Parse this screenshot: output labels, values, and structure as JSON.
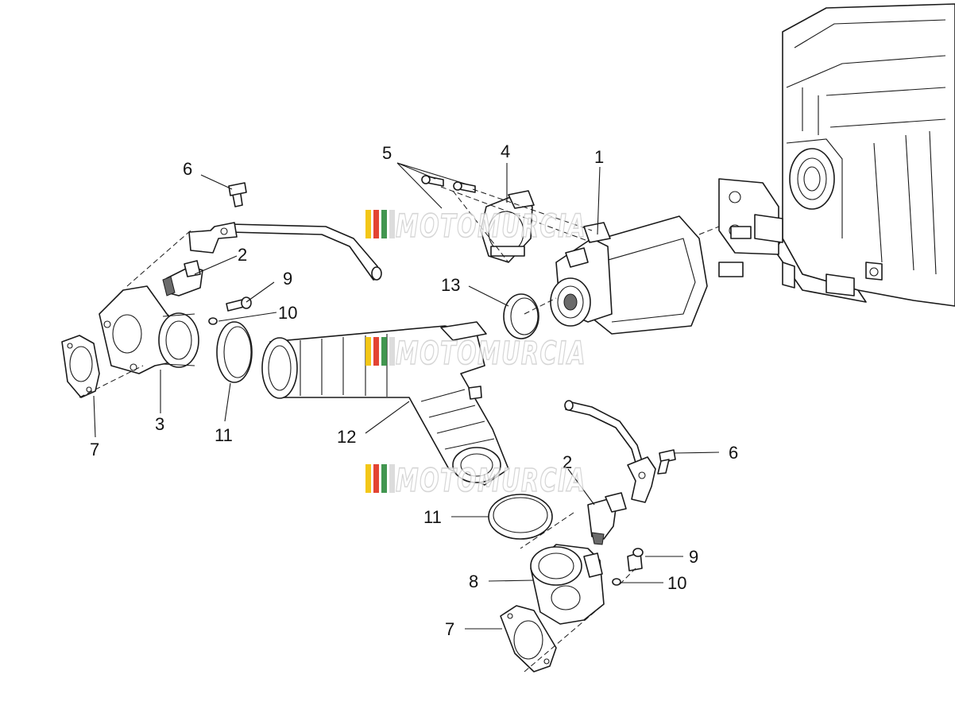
{
  "watermark": {
    "text": "MOTOMURCIA",
    "stripe_colors": [
      "#f2c200",
      "#e0301e",
      "#2e8b3e",
      "#d9d9d9"
    ]
  },
  "callouts": {
    "throttle_body": "1",
    "injector_left": "2",
    "injector_right": "2",
    "intake_manifold_left": "3",
    "sensor": "4",
    "screws": "5",
    "bracket_screw_left": "6",
    "bracket_screw_right": "6",
    "gasket_left": "7",
    "gasket_right": "7",
    "intake_manifold_right": "8",
    "screw_left": "9",
    "screw_right": "9",
    "washer_left": "10",
    "washer_right": "10",
    "clamp_left": "11",
    "clamp_right": "11",
    "y_hose": "12",
    "clamp_top": "13"
  }
}
